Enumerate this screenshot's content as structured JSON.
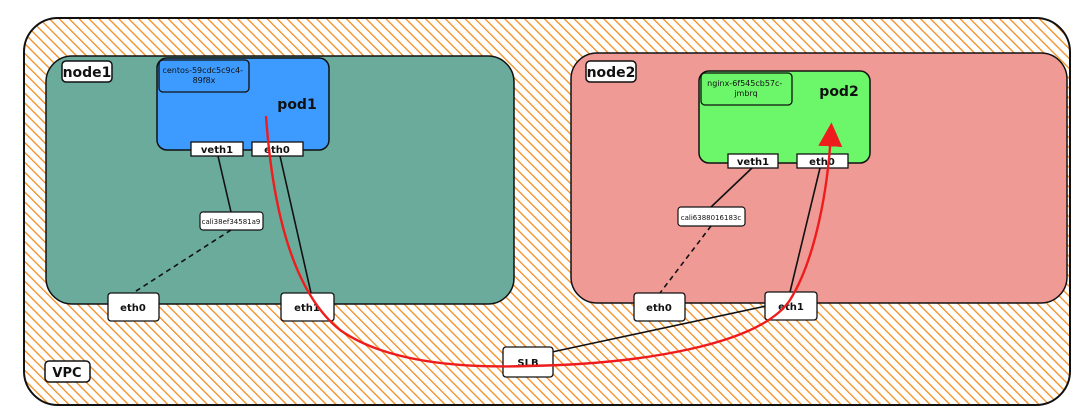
{
  "vpc": {
    "label": "VPC"
  },
  "node1": {
    "label": "node1",
    "pod": {
      "label": "pod1",
      "name": "centos-59cdc5c9c4-\n89f8x"
    },
    "veth": "veth1",
    "pod_eth": "eth0",
    "cali": "cali38ef34581a9",
    "eth0": "eth0",
    "eth1": "eth1"
  },
  "node2": {
    "label": "node2",
    "pod": {
      "label": "pod2",
      "name": "nginx-6f545cb57c-\njmbrq"
    },
    "veth": "veth1",
    "pod_eth": "eth0",
    "cali": "cali6388016183c",
    "eth0": "eth0",
    "eth1": "eth1"
  },
  "slb": {
    "label": "SLB"
  },
  "colors": {
    "vpc_hatch": "#f28c1e",
    "node1_fill": "#6aab9c",
    "node2_fill": "#f09a96",
    "pod1_fill": "#3d9bff",
    "pod2_fill": "#6cf76a",
    "path": "#ee1c1c"
  }
}
